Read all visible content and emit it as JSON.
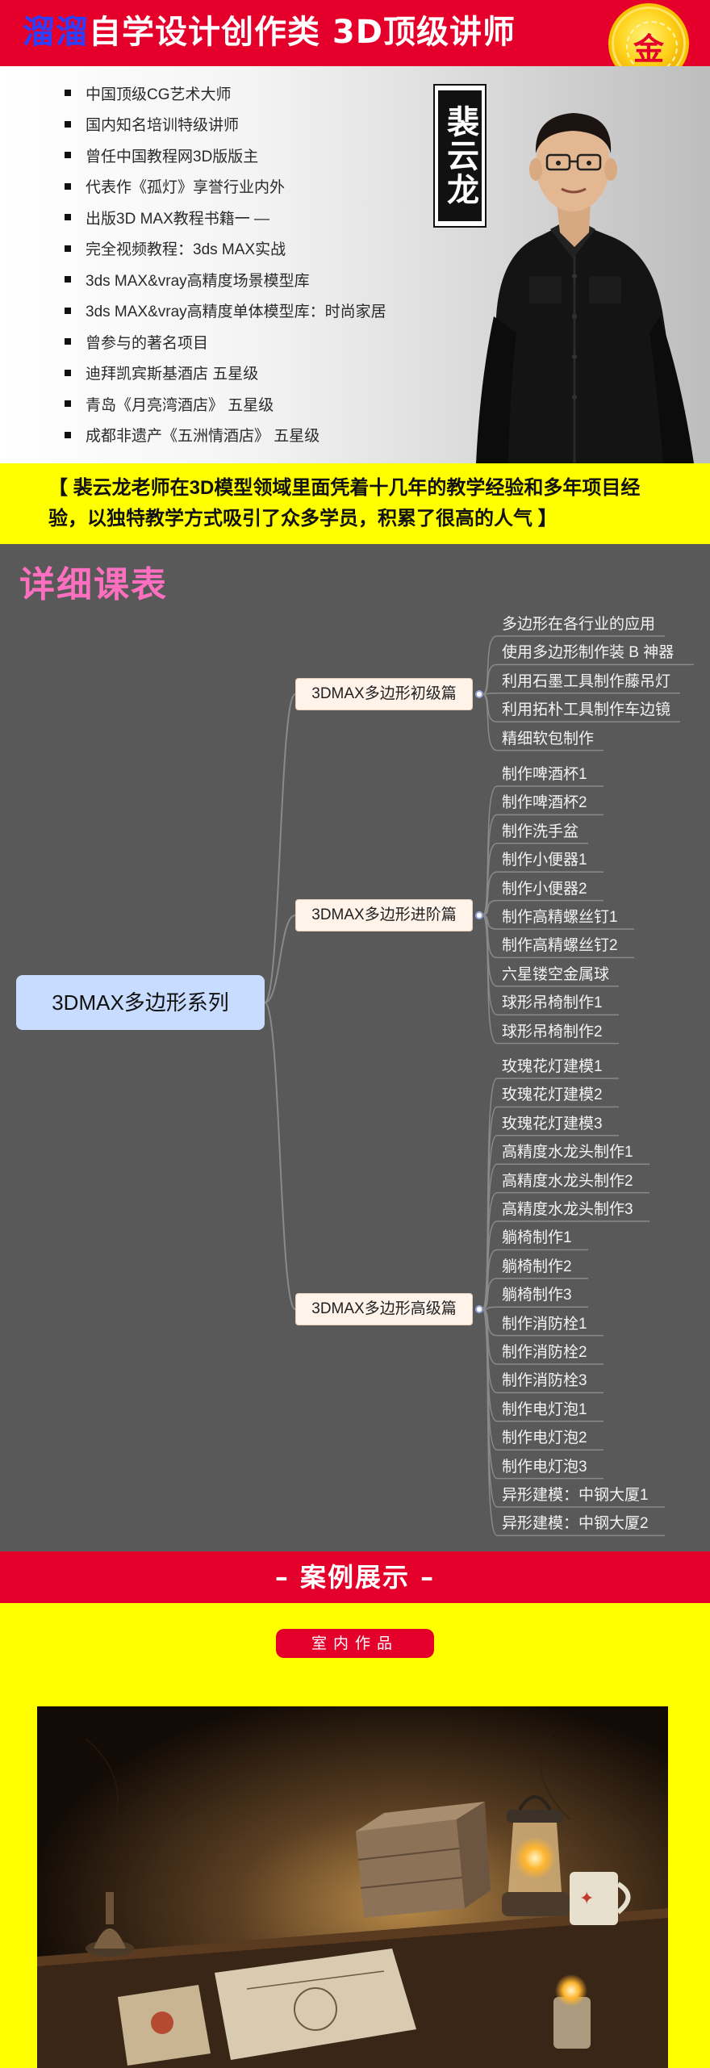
{
  "header": {
    "brand": "溜溜",
    "title": "自学设计创作类 3D顶级讲师",
    "badge": "金"
  },
  "teacher": {
    "name": "裴云龙",
    "credentials": [
      "中国顶级CG艺术大师",
      "国内知名培训特级讲师",
      "曾任中国教程网3D版版主",
      "代表作《孤灯》享誉行业内外",
      "出版3D MAX教程书籍一 —",
      "完全视频教程：3ds   MAX实战",
      "3ds   MAX&vray高精度场景模型库",
      "3ds   MAX&vray高精度单体模型库：时尚家居",
      "曾参与的著名项目",
      "迪拜凯宾斯基酒店 五星级",
      "青岛《月亮湾酒店》 五星级",
      "成都非遗产《五洲情酒店》 五星级"
    ]
  },
  "quote": "【 裴云龙老师在3D模型领域里面凭着十几年的教学经验和多年项目经验，以独特教学方式吸引了众多学员，积累了很高的人气 】",
  "curriculum": {
    "title": "详细课表",
    "root": "3DMAX多边形系列",
    "branches": [
      {
        "label": "3DMAX多边形初级篇",
        "items": [
          "多边形在各行业的应用",
          "使用多边形制作装 B 神器",
          "利用石墨工具制作藤吊灯",
          "利用拓朴工具制作车边镜",
          "精细软包制作"
        ]
      },
      {
        "label": "3DMAX多边形进阶篇",
        "items": [
          "制作啤酒杯1",
          "制作啤酒杯2",
          "制作洗手盆",
          "制作小便器1",
          "制作小便器2",
          "制作高精螺丝钉1",
          "制作高精螺丝钉2",
          "六星镂空金属球",
          "球形吊椅制作1",
          "球形吊椅制作2"
        ]
      },
      {
        "label": "3DMAX多边形高级篇",
        "items": [
          "玫瑰花灯建模1",
          "玫瑰花灯建模2",
          "玫瑰花灯建模3",
          "高精度水龙头制作1",
          "高精度水龙头制作2",
          "高精度水龙头制作3",
          "躺椅制作1",
          "躺椅制作2",
          "躺椅制作3",
          "制作消防栓1",
          "制作消防栓2",
          "制作消防栓3",
          "制作电灯泡1",
          "制作电灯泡2",
          "制作电灯泡3",
          "异形建模：中钢大厦1",
          "异形建模：中钢大厦2"
        ]
      }
    ]
  },
  "showcase": {
    "title": "– 案例展示 –",
    "tab": "室内作品"
  },
  "colors": {
    "red": "#e4002b",
    "yellow": "#ffff00",
    "panel": "#595959",
    "accent_pink": "#ff6fc0",
    "brand_blue": "#2b3fff"
  }
}
